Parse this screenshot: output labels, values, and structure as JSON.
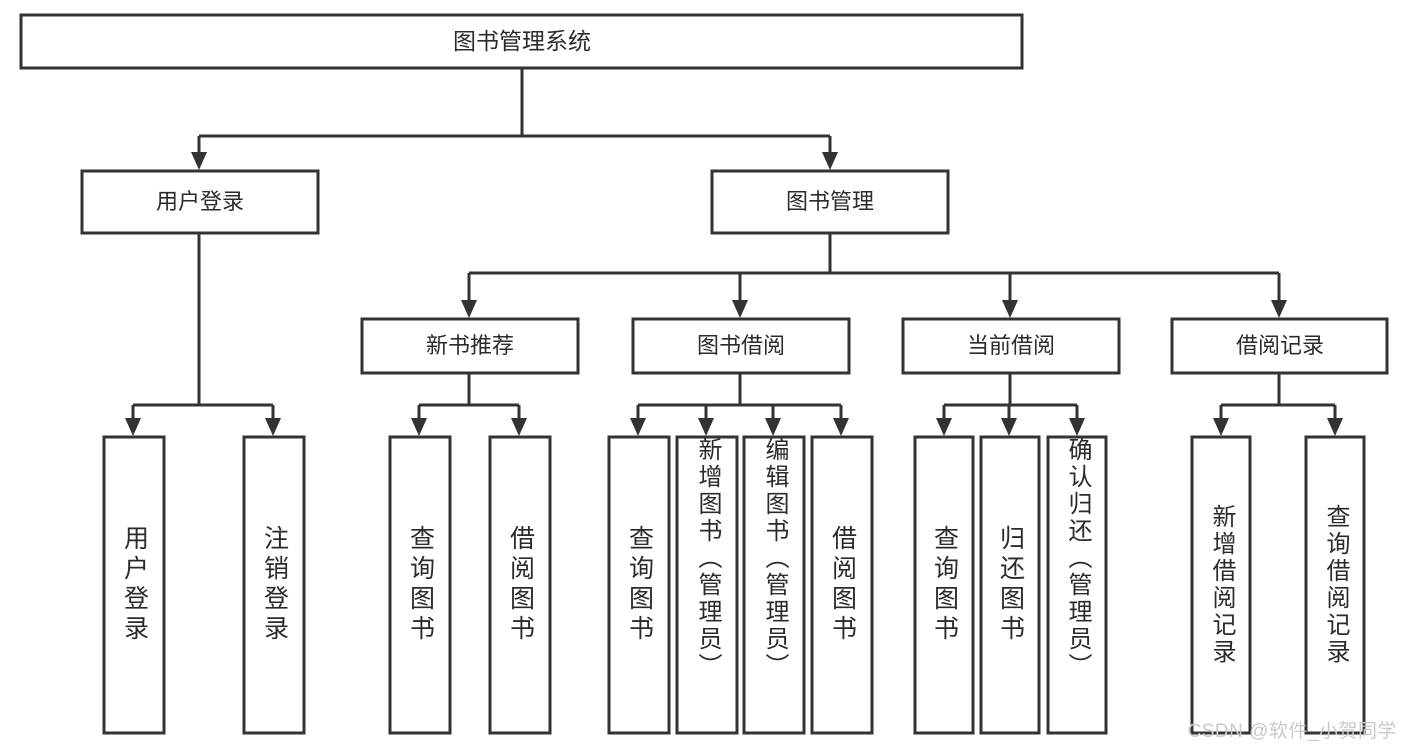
{
  "diagram": {
    "type": "tree-hierarchy",
    "title": "图书管理系统",
    "watermark": "CSDN @软件_小贺同学",
    "colors": {
      "box_stroke": "#333333",
      "box_fill": "#ffffff",
      "text": "#2b2b2b",
      "watermark": "#c9c9c9",
      "background": "#ffffff"
    },
    "levels": {
      "root": "图书管理系统",
      "tier1": [
        "用户登录",
        "图书管理"
      ],
      "tier2": [
        "新书推荐",
        "图书借阅",
        "当前借阅",
        "借阅记录"
      ],
      "tier3_groups": [
        {
          "parent": "用户登录",
          "leaves": [
            "用户登录",
            "注销登录"
          ]
        },
        {
          "parent": "新书推荐",
          "leaves": [
            "查询图书",
            "借阅图书"
          ]
        },
        {
          "parent": "图书借阅",
          "leaves": [
            "查询图书",
            "新增图书（管理员）",
            "编辑图书（管理员）",
            "借阅图书"
          ]
        },
        {
          "parent": "当前借阅",
          "leaves": [
            "查询图书",
            "归还图书",
            "确认归还（管理员）"
          ]
        },
        {
          "parent": "借阅记录",
          "leaves": [
            "新增借阅记录",
            "查询借阅记录"
          ]
        }
      ]
    },
    "nodes": {
      "root": {
        "label": "图书管理系统"
      },
      "user_login": {
        "label": "用户登录"
      },
      "book_mgmt": {
        "label": "图书管理"
      },
      "new_book_rec": {
        "label": "新书推荐"
      },
      "book_borrow": {
        "label": "图书借阅"
      },
      "current_borrow": {
        "label": "当前借阅"
      },
      "borrow_record": {
        "label": "借阅记录"
      },
      "leaf_user_login": {
        "label": "用户登录"
      },
      "leaf_logout": {
        "label": "注销登录"
      },
      "leaf_query_book_a": {
        "label": "查询图书"
      },
      "leaf_borrow_book_a": {
        "label": "借阅图书"
      },
      "leaf_query_book_b": {
        "label": "查询图书"
      },
      "leaf_add_book": {
        "label": "新增图书（管理员）"
      },
      "leaf_edit_book": {
        "label": "编辑图书（管理员）"
      },
      "leaf_borrow_book_b": {
        "label": "借阅图书"
      },
      "leaf_query_book_c": {
        "label": "查询图书"
      },
      "leaf_return_book": {
        "label": "归还图书"
      },
      "leaf_confirm_return": {
        "label": "确认归还（管理员）"
      },
      "leaf_add_record": {
        "label": "新增借阅记录"
      },
      "leaf_query_record": {
        "label": "查询借阅记录"
      }
    }
  }
}
